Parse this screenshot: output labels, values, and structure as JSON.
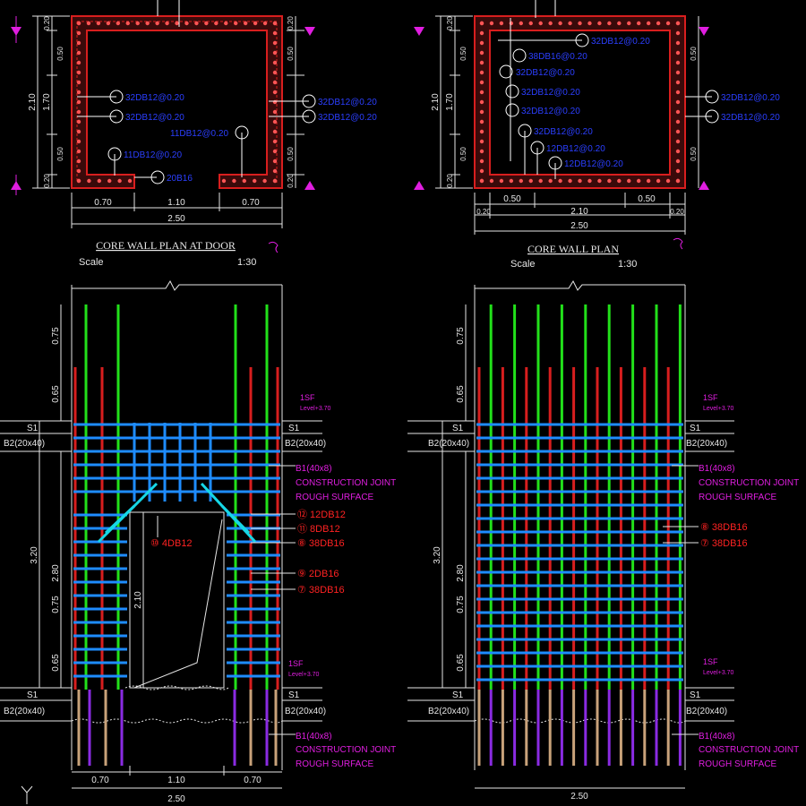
{
  "left_plan": {
    "title": "CORE WALL PLAN AT DOOR",
    "scale_label": "Scale",
    "scale_value": "1:30",
    "dim_bottom_total": "2.50",
    "dim_bottom_left": "0.70",
    "dim_bottom_mid": "1.10",
    "dim_bottom_right": "0.70",
    "dim_left_total": "2.10",
    "dim_left_inner": "1.70",
    "dim_left_top": "0.20",
    "dim_left_50a": "0.50",
    "dim_left_50b": "0.50",
    "dim_left_bot": "0.20",
    "dim_right_top": "0.20",
    "dim_right_50a": "0.50",
    "dim_right_50b": "0.50",
    "dim_right_bot": "0.20",
    "labels": [
      "32DB12@0.20",
      "32DB12@0.20",
      "11DB12@0.20",
      "11DB12@0.20",
      "32DB12@0.20",
      "32DB12@0.20",
      "20B16"
    ]
  },
  "right_plan": {
    "title": "CORE WALL PLAN",
    "scale_label": "Scale",
    "scale_value": "1:30",
    "dim_bottom_total": "2.50",
    "dim_bottom_inner": "2.10",
    "dim_bottom_left": "0.20",
    "dim_bottom_right": "0.20",
    "dim_bottom_50l": "0.50",
    "dim_bottom_50r": "0.50",
    "dim_left_total": "2.10",
    "dim_left_inner": "1.70",
    "dim_left_top": "0.20",
    "dim_left_50a": "0.50",
    "dim_left_50b": "0.50",
    "dim_left_bot": "0.20",
    "labels": [
      "32DB12@0.20",
      "38DB16@0.20",
      "32DB12@0.20",
      "32DB12@0.20",
      "32DB12@0.20",
      "32DB12@0.20",
      "12DB12@0.20",
      "12DB12@0.20",
      "32DB12@0.20"
    ]
  },
  "left_elev": {
    "dim_075": "0.75",
    "dim_065": "0.65",
    "dim_320": "3.20",
    "dim_280": "2.80",
    "dim_075b": "0.75",
    "dim_065b": "0.65",
    "dim_door_h": "2.10",
    "dim_bottom_total": "2.50",
    "dim_bottom_left": "0.70",
    "dim_bottom_mid": "1.10",
    "dim_bottom_right": "0.70",
    "s1_top": "S1",
    "s1_bot": "S1",
    "b2_top_l": "B2(20x40)",
    "b2_top_r": "B2(20x40)",
    "b2_bot_l": "B2(20x40)",
    "b2_bot_r": "B2(20x40)",
    "floor_top": "1SF",
    "level_top": "Level+3.70",
    "floor_bot": "1SF",
    "level_bot": "Level+3.70",
    "b1_top": "B1(40x8)",
    "cj_top": "CONSTRUCTION JOINT",
    "rs_top": "ROUGH SURFACE",
    "b1_bot": "B1(40x8)",
    "cj_bot": "CONSTRUCTION JOINT",
    "rs_bot": "ROUGH SURFACE",
    "door_bar": "⑩ 4DB12",
    "bar_12": "⑫ 12DB12",
    "bar_11": "⑪ 8DB12",
    "bar_8": "⑧ 38DB16",
    "bar_9": "⑨ 2DB16",
    "bar_7": "⑦ 38DB16"
  },
  "right_elev": {
    "dim_075": "0.75",
    "dim_065": "0.65",
    "dim_320": "3.20",
    "dim_280": "2.80",
    "dim_075b": "0.75",
    "dim_065b": "0.65",
    "dim_bottom_total": "2.50",
    "s1_top": "S1",
    "s1_bot": "S1",
    "b2_top_l": "B2(20x40)",
    "b2_top_r": "B2(20x40)",
    "b2_bot_l": "B2(20x40)",
    "b2_bot_r": "B2(20x40)",
    "floor_top": "1SF",
    "level_top": "Level+3.70",
    "floor_bot": "1SF",
    "level_bot": "Level+3.70",
    "b1_top": "B1(40x8)",
    "cj_top": "CONSTRUCTION JOINT",
    "rs_top": "ROUGH SURFACE",
    "b1_bot": "B1(40x8)",
    "cj_bot": "CONSTRUCTION JOINT",
    "rs_bot": "ROUGH SURFACE",
    "bar_8": "⑧ 38DB16",
    "bar_7": "⑦ 38DB16"
  },
  "colors": {
    "wall_red": "#d81e1e",
    "rebar_green": "#22e01a",
    "rebar_blue": "#1e8cff",
    "rebar_cyan": "#16d7e6",
    "rebar_purple": "#8a2be2",
    "rebar_tan": "#c8a27a",
    "dim_white": "#e6e6e6",
    "label_blue": "#2b3fff",
    "magenta": "#e01ee0",
    "red_text": "#ff2222"
  }
}
